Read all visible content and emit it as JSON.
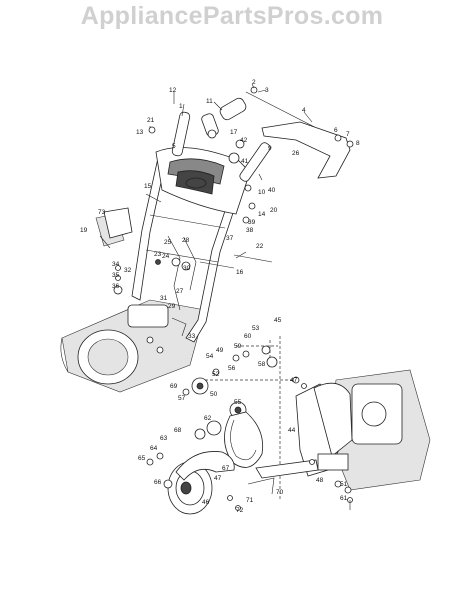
{
  "watermark": "AppliancePartsPros.com",
  "callouts": [
    "1",
    "2",
    "3",
    "4",
    "5",
    "6",
    "7",
    "8",
    "9",
    "10",
    "11",
    "12",
    "13",
    "14",
    "15",
    "16",
    "17",
    "19",
    "20",
    "21",
    "22",
    "23",
    "24",
    "25",
    "26",
    "27",
    "28",
    "29",
    "30",
    "31",
    "32",
    "33",
    "34",
    "35",
    "36",
    "37",
    "38",
    "39",
    "40",
    "41",
    "42",
    "44",
    "45",
    "46",
    "47",
    "48",
    "49",
    "50",
    "51",
    "52",
    "53",
    "54",
    "55",
    "56",
    "57",
    "58",
    "59",
    "60",
    "61",
    "62",
    "63",
    "64",
    "65",
    "66",
    "67",
    "68",
    "69",
    "70",
    "71",
    "72",
    "73"
  ]
}
